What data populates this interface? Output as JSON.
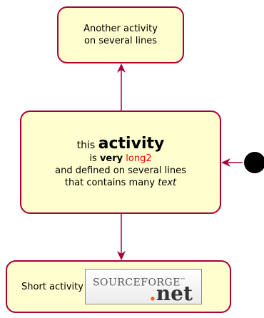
{
  "diagram": {
    "top_activity": {
      "line1": "Another activity",
      "line2": "on several lines"
    },
    "middle_activity": {
      "lead": "this ",
      "big_word": "activity",
      "line2_pre": "is ",
      "line2_bold": "very",
      "line2_space": " ",
      "line2_red": "long2",
      "line3": "and defined on several lines",
      "line4_pre": "that contains many ",
      "line4_italic": "text"
    },
    "bottom_activity": {
      "label": "Short activity",
      "logo_top": "SOURCEFORGE",
      "logo_tm": "™",
      "logo_dot": ".",
      "logo_net": "net"
    }
  },
  "colors": {
    "node_fill": "#fefece",
    "node_border": "#a80036",
    "edge": "#a80036",
    "start_dot": "#000000"
  }
}
